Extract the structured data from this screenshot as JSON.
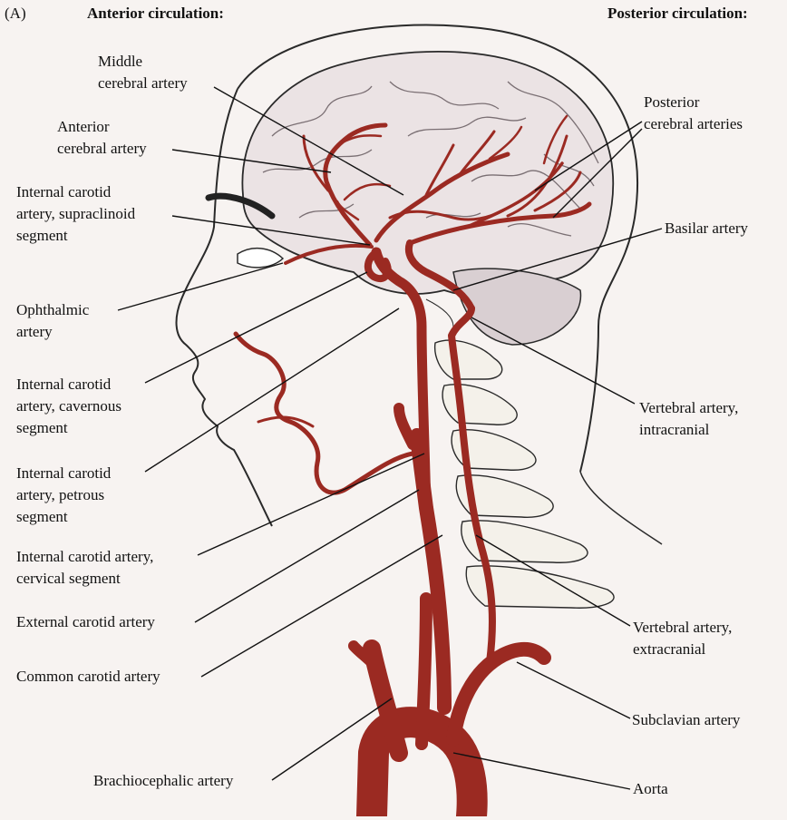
{
  "figure_tag": "(A)",
  "headers": {
    "anterior": "Anterior circulation:",
    "posterior": "Posterior circulation:"
  },
  "labels": {
    "middle_cerebral": "Middle\ncerebral artery",
    "anterior_cerebral": "Anterior\ncerebral artery",
    "ica_supraclinoid": "Internal carotid\nartery, supraclinoid\nsegment",
    "ophthalmic": "Ophthalmic\nartery",
    "ica_cavernous": "Internal carotid\nartery, cavernous\nsegment",
    "ica_petrous": "Internal carotid\nartery, petrous\nsegment",
    "ica_cervical": "Internal carotid artery,\ncervical segment",
    "external_carotid": "External carotid artery",
    "common_carotid": "Common carotid artery",
    "brachiocephalic": "Brachiocephalic artery",
    "posterior_cerebral": "Posterior\ncerebral arteries",
    "basilar": "Basilar artery",
    "vertebral_intracranial": "Vertebral artery,\nintracranial",
    "vertebral_extracranial": "Vertebral artery,\nextracranial",
    "subclavian": "Subclavian artery",
    "aorta": "Aorta"
  },
  "colors": {
    "artery": "#9b2a22",
    "artery_dark": "#6e1a14",
    "outline": "#2a2a2a",
    "brain_fill": "#ebe3e4",
    "bone_fill": "#f4f1ea",
    "leader": "#111111"
  }
}
